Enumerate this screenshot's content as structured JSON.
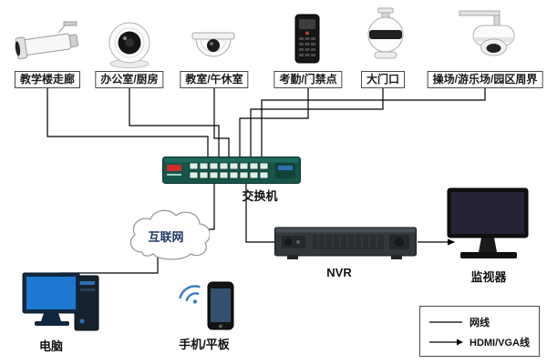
{
  "diagram": {
    "devices": [
      {
        "icon": "bullet-camera-icon",
        "label": "教学楼走廊"
      },
      {
        "icon": "turret-camera-icon",
        "label": "办公室/厨房"
      },
      {
        "icon": "mini-dome-camera-icon",
        "label": "教室/午休室"
      },
      {
        "icon": "access-control-icon",
        "label": "考勤/门禁点"
      },
      {
        "icon": "ptz-camera-icon",
        "label": "大门口"
      },
      {
        "icon": "speed-dome-camera-icon",
        "label": "操场/游乐场/园区周界"
      }
    ],
    "switch_label": "交换机",
    "internet_label": "互联网",
    "computer_label": "电脑",
    "mobile_label": "手机/平板",
    "nvr_label": "NVR",
    "monitor_label": "监视器",
    "legend": {
      "network_cable": "网线",
      "hdmi_vga_cable": "HDMI/VGA线"
    },
    "colors": {
      "line": "#000000",
      "switch_body": "#17544a",
      "logo_red": "#c9302c",
      "accent_blue": "#2f6fb3",
      "screen_blue": "#1e78d2",
      "cloud_text": "#1f3864"
    }
  }
}
